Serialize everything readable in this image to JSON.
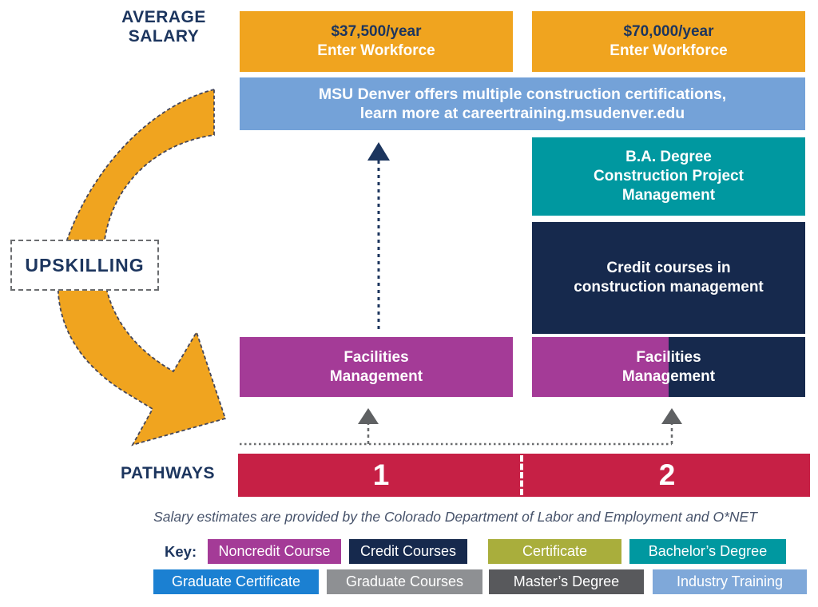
{
  "colors": {
    "orange": "#F0A41F",
    "navy": "#16294D",
    "light_blue": "#74A2D8",
    "teal": "#0098A0",
    "purple": "#A43B97",
    "red": "#C62045",
    "olive": "#A9AE3C",
    "blue": "#1B80D2",
    "gray": "#8E9093",
    "dark_gray": "#58595C",
    "sky": "#7FA8D9",
    "text_navy": "#1C355E",
    "footnote": "#47536B",
    "connector_gray": "#5F6163"
  },
  "average_salary_label": "AVERAGE\nSALARY",
  "upskilling_label": "UPSKILLING",
  "pathways_label": "PATHWAYS",
  "salary_boxes": [
    {
      "amount": "$37,500/year",
      "action": "Enter Workforce"
    },
    {
      "amount": "$70,000/year",
      "action": "Enter Workforce"
    }
  ],
  "info_banner": "MSU Denver offers multiple construction certifications,\nlearn more at careertraining.msudenver.edu",
  "program_boxes": {
    "ba_degree": "B.A. Degree\nConstruction Project\nManagement",
    "credit_courses": "Credit courses in\nconstruction management",
    "facilities_left": "Facilities\nManagement",
    "facilities_right": "Facilities\nManagement"
  },
  "pathways": {
    "one": "1",
    "two": "2"
  },
  "footnote": "Salary estimates are provided by the Colorado Department of Labor and Employment and O*NET",
  "key": {
    "label": "Key:",
    "items": [
      {
        "label": "Noncredit Course",
        "color": "#A43B97"
      },
      {
        "label": "Credit Courses",
        "color": "#16294D"
      },
      {
        "label": "Certificate",
        "color": "#A9AE3C"
      },
      {
        "label": "Bachelor’s Degree",
        "color": "#0098A0"
      },
      {
        "label": "Graduate Certificate",
        "color": "#1B80D2"
      },
      {
        "label": "Graduate Courses",
        "color": "#8E9093"
      },
      {
        "label": "Master’s Degree",
        "color": "#58595C"
      },
      {
        "label": "Industry Training",
        "color": "#7FA8D9"
      }
    ]
  }
}
